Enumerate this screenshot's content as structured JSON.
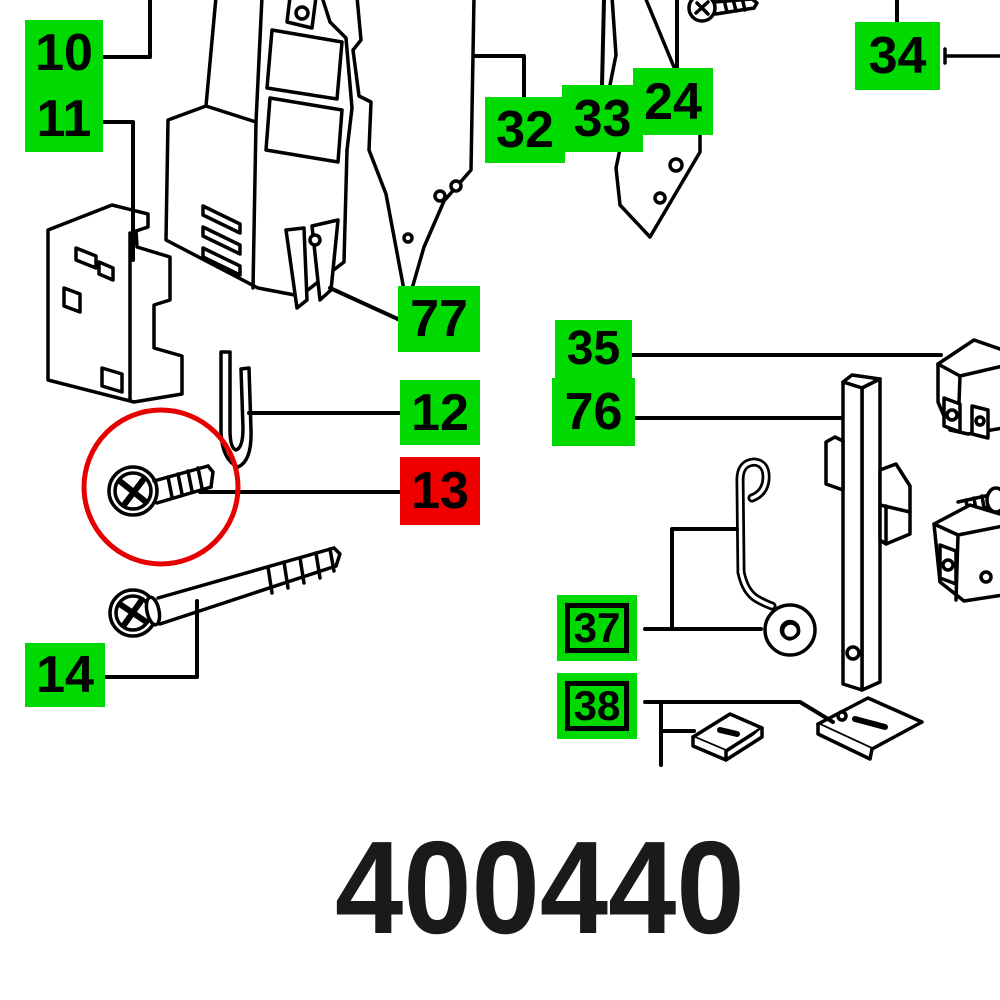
{
  "diagram": {
    "part_code": "400440",
    "highlighted_part": "13",
    "labels": [
      {
        "text": "10",
        "variant": "green"
      },
      {
        "text": "11",
        "variant": "green"
      },
      {
        "text": "32",
        "variant": "green"
      },
      {
        "text": "33",
        "variant": "green"
      },
      {
        "text": "24",
        "variant": "green"
      },
      {
        "text": "34",
        "variant": "green"
      },
      {
        "text": "77",
        "variant": "green"
      },
      {
        "text": "12",
        "variant": "green"
      },
      {
        "text": "13",
        "variant": "red"
      },
      {
        "text": "14",
        "variant": "green"
      },
      {
        "text": "35",
        "variant": "green"
      },
      {
        "text": "76",
        "variant": "green"
      },
      {
        "text": "37",
        "variant": "green-boxed"
      },
      {
        "text": "38",
        "variant": "green-boxed"
      }
    ],
    "colors": {
      "label_green": "#00da00",
      "label_red": "#ee0000",
      "highlight_circle": "#e60000",
      "line": "#000000"
    }
  }
}
